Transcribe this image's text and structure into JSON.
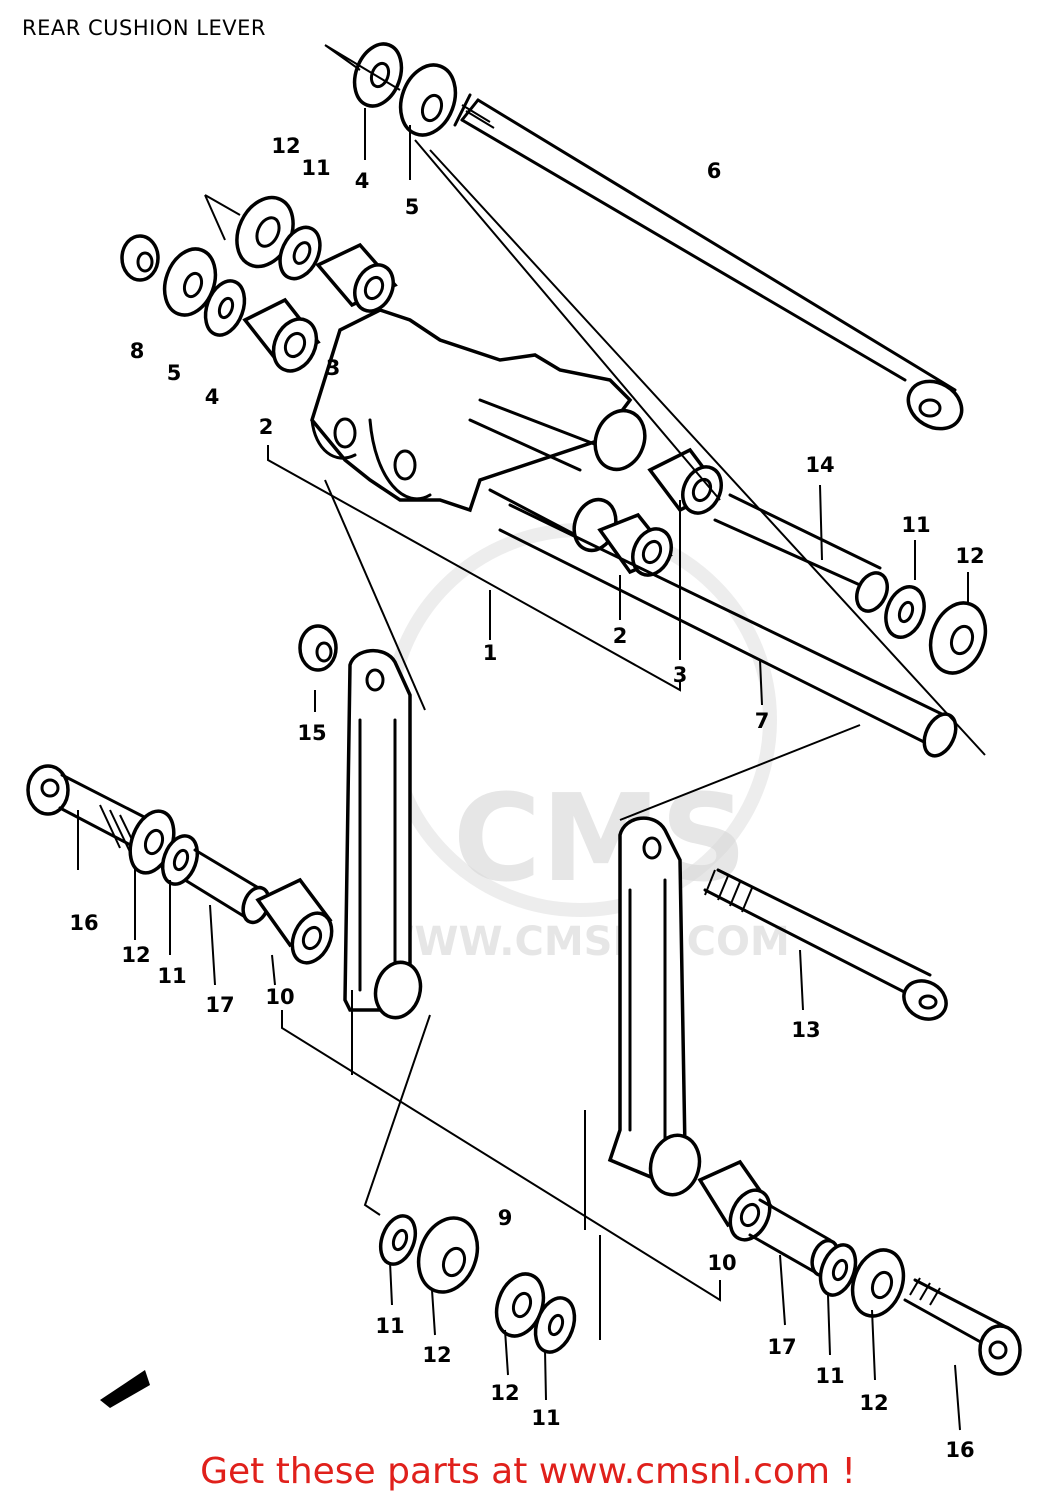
{
  "title": "REAR CUSHION LEVER",
  "watermark": {
    "brand": "CMS",
    "url": "WWW.CMSNL.COM"
  },
  "footer": {
    "text": "Get these parts at www.cmsnl.com !",
    "color": "#e0201b"
  },
  "callouts": [
    {
      "id": "lbl-4-top",
      "text": "4"
    },
    {
      "id": "lbl-5-top",
      "text": "5"
    },
    {
      "id": "lbl-6",
      "text": "6"
    },
    {
      "id": "lbl-12-a",
      "text": "12"
    },
    {
      "id": "lbl-11-a",
      "text": "11"
    },
    {
      "id": "lbl-8",
      "text": "8"
    },
    {
      "id": "lbl-5-b",
      "text": "5"
    },
    {
      "id": "lbl-4-b",
      "text": "4"
    },
    {
      "id": "lbl-3-a",
      "text": "3"
    },
    {
      "id": "lbl-2-a",
      "text": "2"
    },
    {
      "id": "lbl-14",
      "text": "14"
    },
    {
      "id": "lbl-11-b",
      "text": "11"
    },
    {
      "id": "lbl-12-b",
      "text": "12"
    },
    {
      "id": "lbl-1",
      "text": "1"
    },
    {
      "id": "lbl-2-b",
      "text": "2"
    },
    {
      "id": "lbl-3-b",
      "text": "3"
    },
    {
      "id": "lbl-7",
      "text": "7"
    },
    {
      "id": "lbl-15",
      "text": "15"
    },
    {
      "id": "lbl-16-a",
      "text": "16"
    },
    {
      "id": "lbl-12-c",
      "text": "12"
    },
    {
      "id": "lbl-11-c",
      "text": "11"
    },
    {
      "id": "lbl-17-a",
      "text": "17"
    },
    {
      "id": "lbl-10-a",
      "text": "10"
    },
    {
      "id": "lbl-13",
      "text": "13"
    },
    {
      "id": "lbl-9",
      "text": "9"
    },
    {
      "id": "lbl-10-b",
      "text": "10"
    },
    {
      "id": "lbl-11-d",
      "text": "11"
    },
    {
      "id": "lbl-12-d",
      "text": "12"
    },
    {
      "id": "lbl-12-e",
      "text": "12"
    },
    {
      "id": "lbl-11-e",
      "text": "11"
    },
    {
      "id": "lbl-17-b",
      "text": "17"
    },
    {
      "id": "lbl-11-f",
      "text": "11"
    },
    {
      "id": "lbl-12-f",
      "text": "12"
    },
    {
      "id": "lbl-16-b",
      "text": "16"
    }
  ]
}
